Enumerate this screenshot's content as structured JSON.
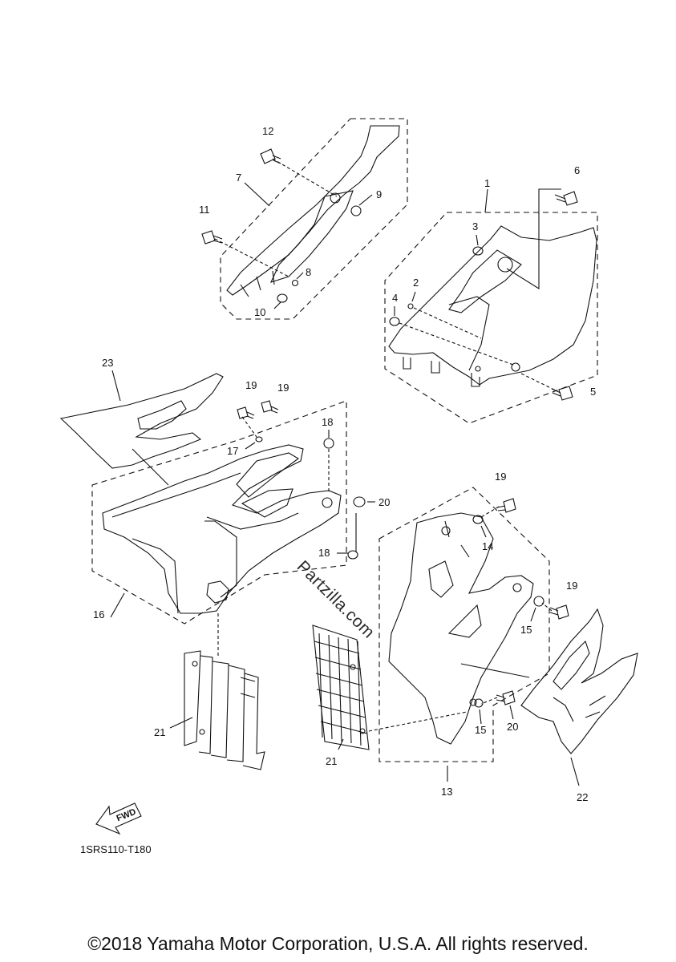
{
  "diagram": {
    "part_numbers": [
      "1",
      "2",
      "3",
      "4",
      "5",
      "6",
      "7",
      "8",
      "9",
      "10",
      "11",
      "12",
      "13",
      "14",
      "15",
      "15",
      "16",
      "17",
      "18",
      "18",
      "19",
      "19",
      "19",
      "19",
      "20",
      "20",
      "21",
      "21",
      "22",
      "23"
    ],
    "diagram_code": "1SRS110-T180",
    "fwd_label": "FWD",
    "watermark": "Partzilla.com",
    "copyright": "©2018 Yamaha Motor Corporation, U.S.A. All rights reserved."
  }
}
